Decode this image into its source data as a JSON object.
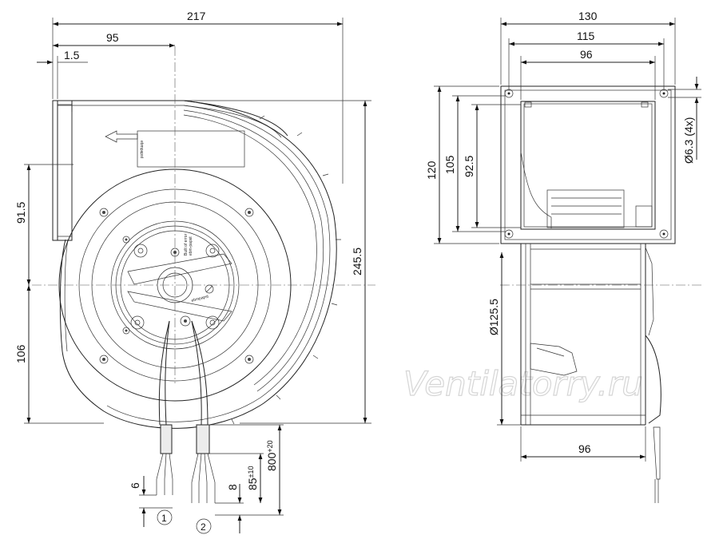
{
  "left_view": {
    "dims": {
      "overall_width": "217",
      "center_offset": "95",
      "flange_thickness": "1.5",
      "left_height_upper": "91.5",
      "left_height_lower": "106",
      "overall_height": "245.5",
      "strip_length": "6",
      "lead_offset": "8",
      "stripped_lead_base": "85",
      "stripped_lead_tol": "±10",
      "cable_length_base": "800",
      "cable_length_tol": "+20"
    },
    "cable_markers": [
      "1",
      "2"
    ],
    "label_plate_text": "ebmpapst",
    "hub_logo": "ebmpapst",
    "hub_label_line1": "Built of error",
    "hub_label_line2": "ebm-papst"
  },
  "right_view": {
    "dims": {
      "flange_width": "130",
      "hole_spacing_h": "115",
      "opening_width": "96",
      "flange_height": "120",
      "hole_spacing_v": "105",
      "opening_height": "92.5",
      "hole_diameter": "Ø6.3 (4x)",
      "housing_diameter": "Ø125.5",
      "bottom_width": "96"
    }
  },
  "watermark": "Ventilatorry.ru"
}
